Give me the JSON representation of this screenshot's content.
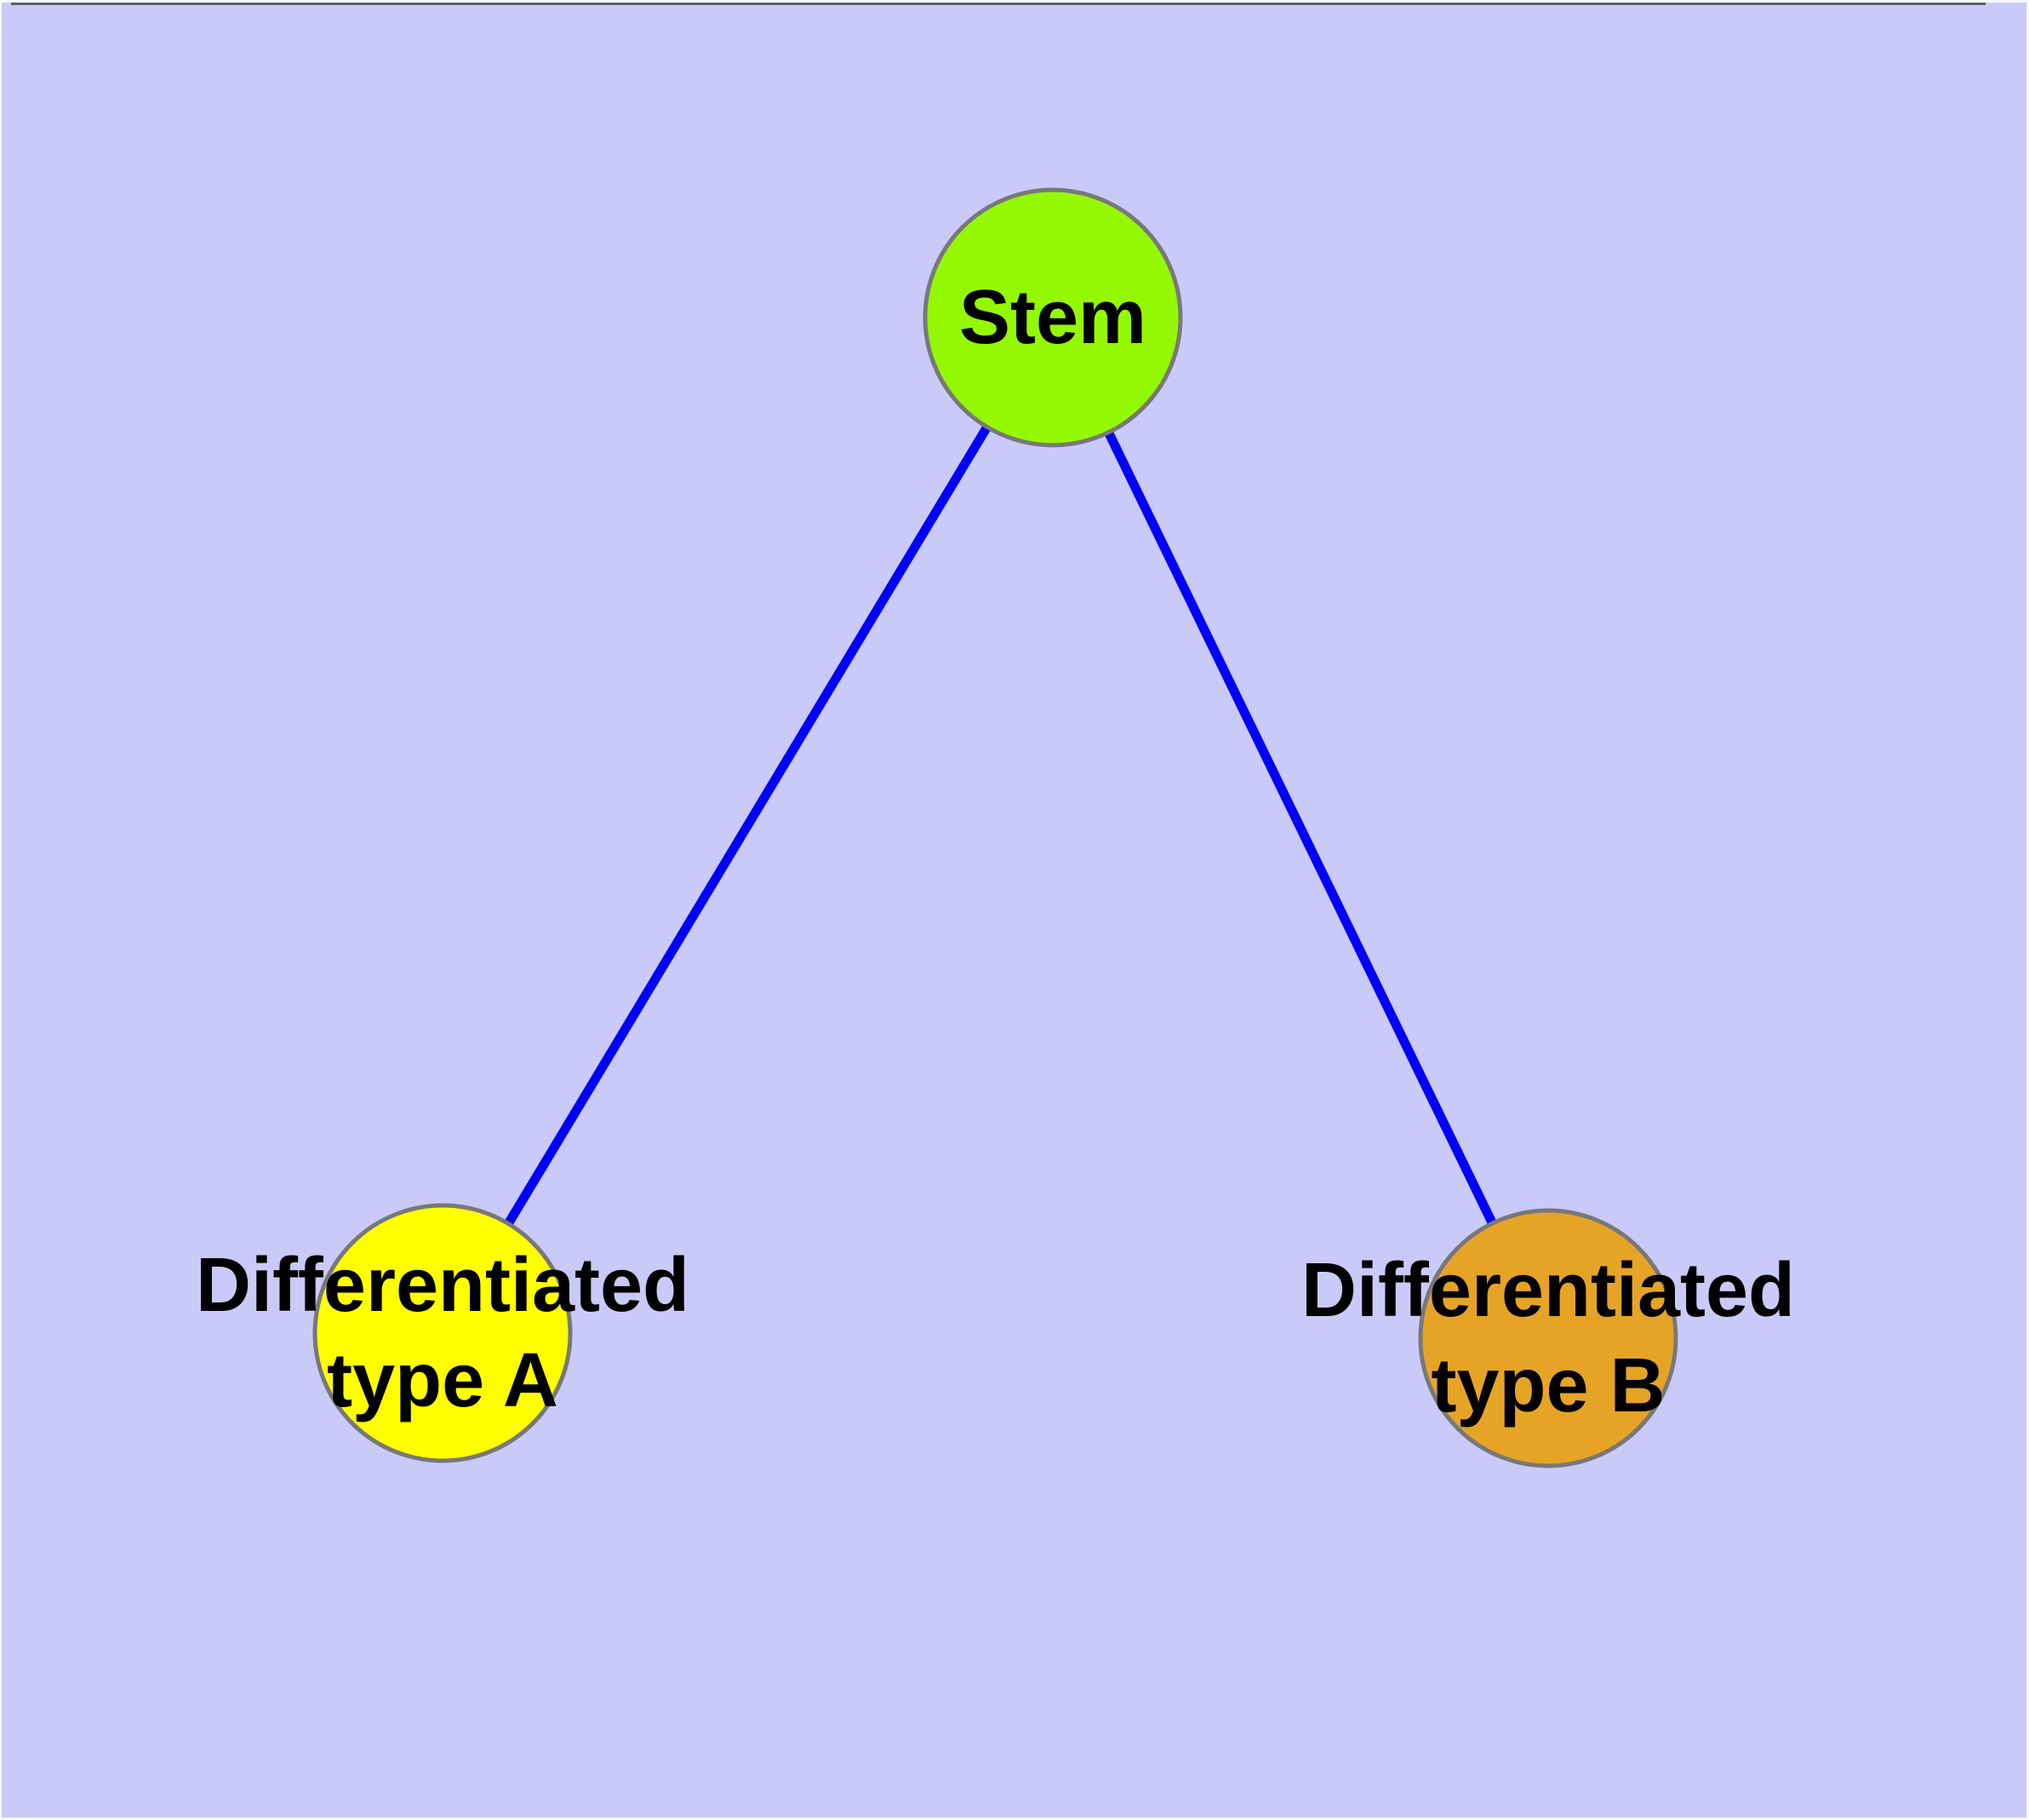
{
  "colors": {
    "background": "#cacaf8",
    "edge": "#0000fa",
    "node_border": "#787878",
    "label": "#000000",
    "frame_light": "#f8f8ff",
    "frame_dark": "#5f5f6a"
  },
  "nodes": {
    "stem": {
      "label": "Stem",
      "color": "#94f802"
    },
    "type_a": {
      "label_line1": "Differentiated",
      "label_line2": "type A",
      "color": "#ffff00"
    },
    "type_b": {
      "label_line1": "Differentiated",
      "label_line2": "type B",
      "color": "#e6a426"
    }
  },
  "edges": [
    {
      "from": "Stem",
      "to": "Differentiated type A"
    },
    {
      "from": "Stem",
      "to": "Differentiated type B"
    }
  ]
}
